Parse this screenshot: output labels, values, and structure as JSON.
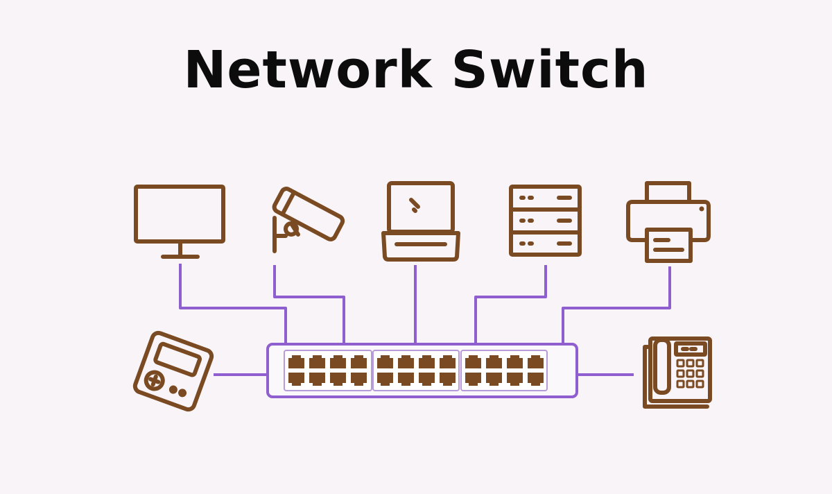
{
  "title": "Network Switch",
  "colors": {
    "background": "#f9f4f7",
    "title": "#0c0c0c",
    "device": "#7a4b22",
    "cable": "#8f5fcf"
  },
  "devices": [
    {
      "id": "monitor",
      "icon": "monitor-icon"
    },
    {
      "id": "camera",
      "icon": "security-camera-icon"
    },
    {
      "id": "laptop",
      "icon": "laptop-icon"
    },
    {
      "id": "server",
      "icon": "server-rack-icon"
    },
    {
      "id": "printer",
      "icon": "printer-icon"
    },
    {
      "id": "thermostat",
      "icon": "control-panel-icon"
    },
    {
      "id": "phone",
      "icon": "desk-phone-icon"
    }
  ],
  "switch": {
    "icon": "network-switch-icon",
    "port_banks": 3,
    "ports_per_bank": 8,
    "total_ports": 24
  }
}
